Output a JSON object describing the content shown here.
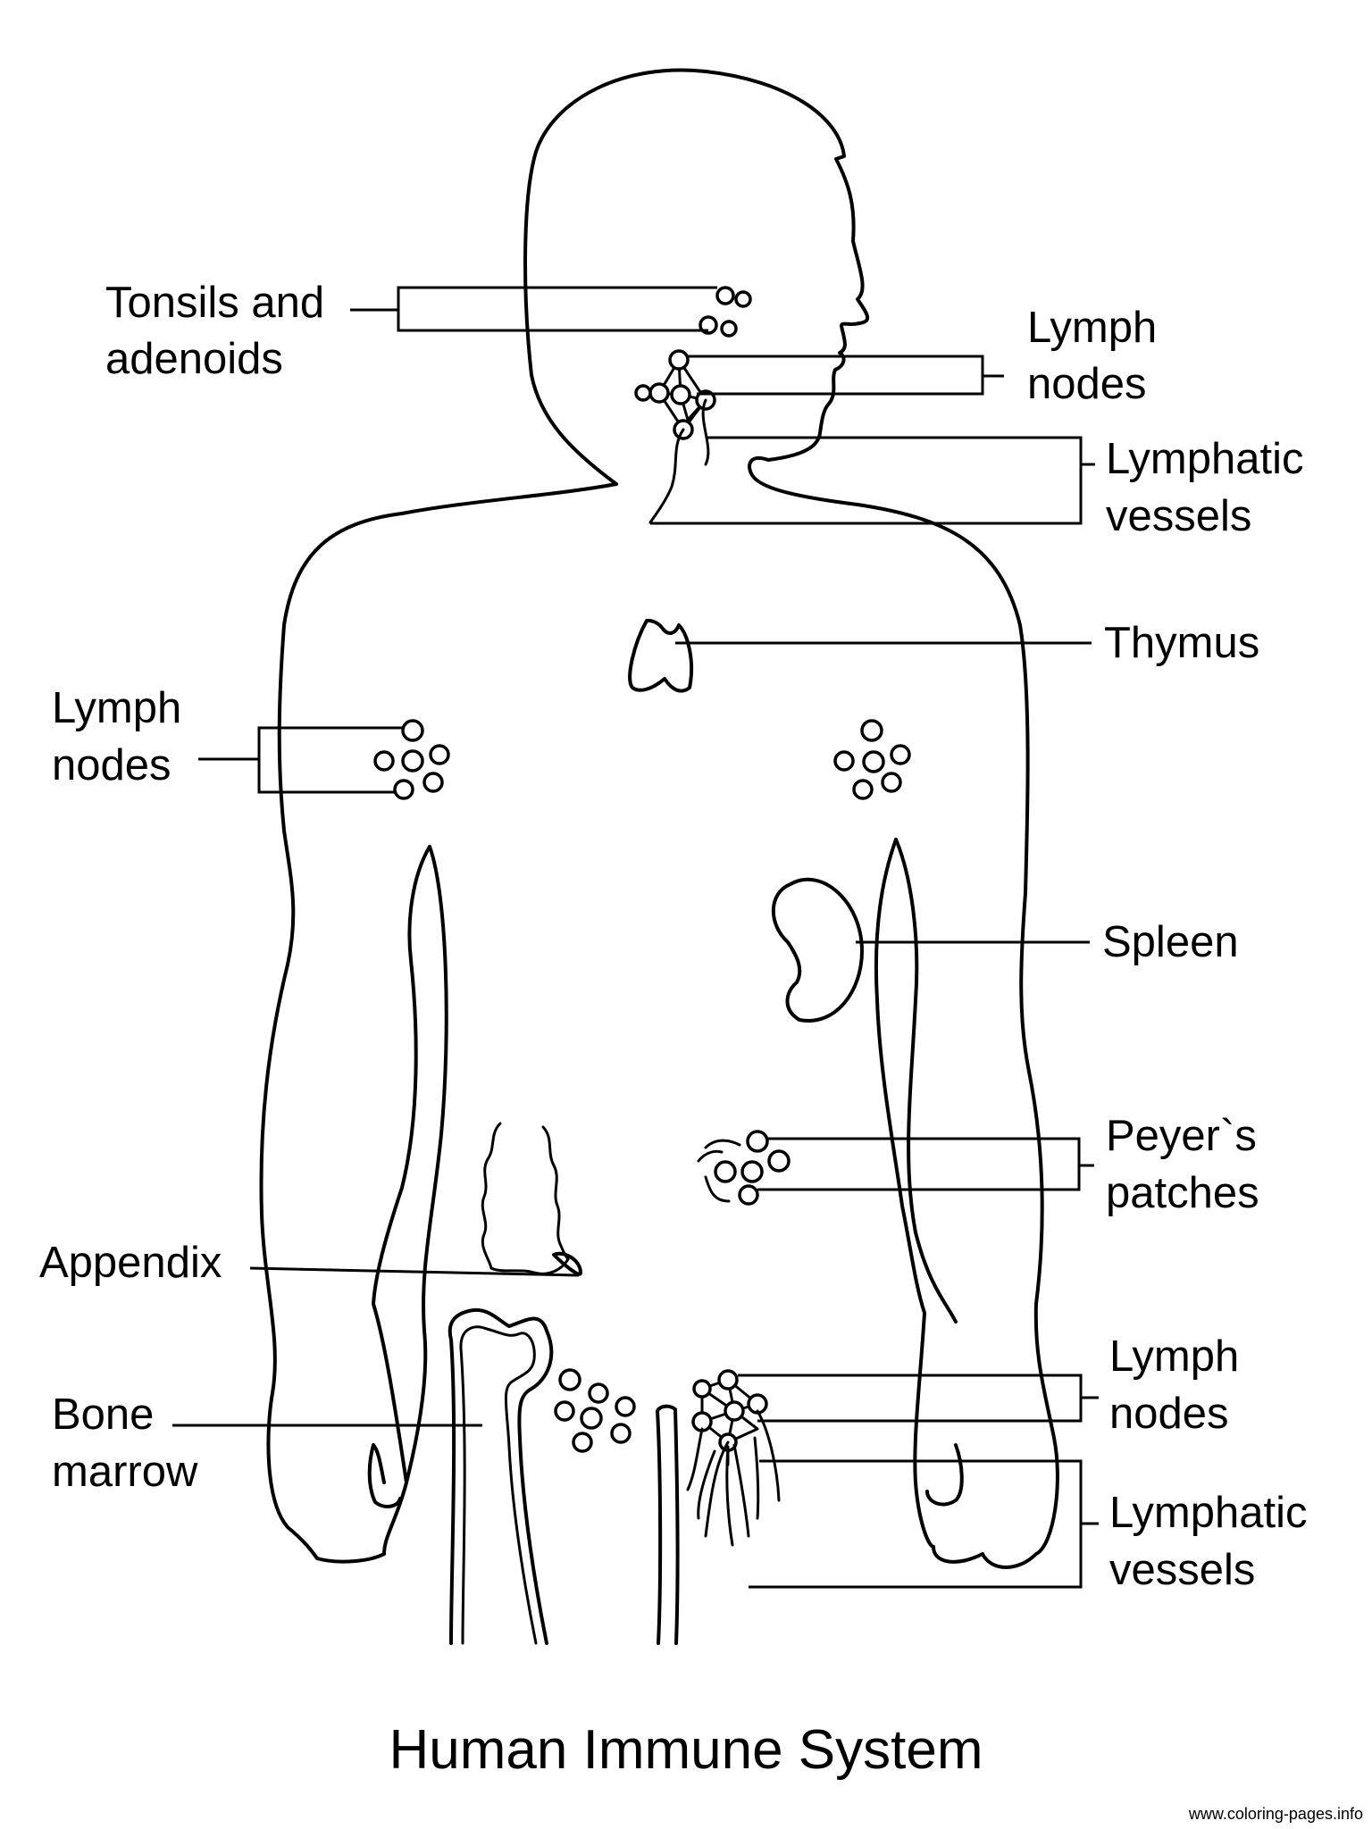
{
  "diagram": {
    "title": "Human Immune System",
    "labels": {
      "tonsils_line1": "Tonsils and",
      "tonsils_line2": "adenoids",
      "neck_nodes_line1": "Lymph",
      "neck_nodes_line2": "nodes",
      "neck_vessels_line1": "Lymphatic",
      "neck_vessels_line2": "vessels",
      "thymus": "Thymus",
      "arm_nodes_line1": "Lymph",
      "arm_nodes_line2": "nodes",
      "spleen": "Spleen",
      "peyers_line1": "Peyer`s",
      "peyers_line2": "patches",
      "appendix": "Appendix",
      "bone_marrow_line1": "Bone",
      "bone_marrow_line2": "marrow",
      "groin_nodes_line1": "Lymph",
      "groin_nodes_line2": "nodes",
      "groin_vessels_line1": "Lymphatic",
      "groin_vessels_line2": "vessels"
    }
  },
  "watermark": "www.coloring-pages.info"
}
